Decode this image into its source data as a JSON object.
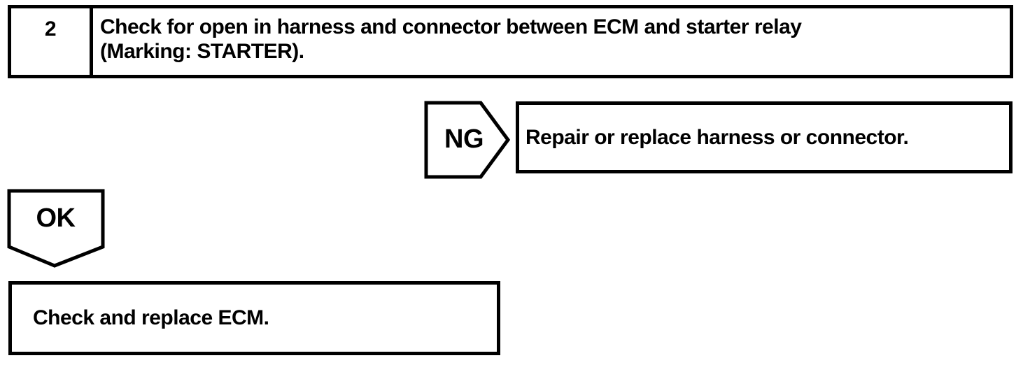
{
  "page": {
    "background_color": "#ffffff",
    "line_color": "#000000",
    "description": "Service manual diagnostic flowchart step"
  },
  "step": {
    "number": "2",
    "instruction_lines": [
      "Check for open in harness and connector between ECM and starter relay",
      "(Marking: STARTER)."
    ]
  },
  "ng_branch": {
    "label": "NG",
    "action": "Repair or replace harness or connector."
  },
  "ok_branch": {
    "label": "OK",
    "action": "Check and replace ECM."
  }
}
